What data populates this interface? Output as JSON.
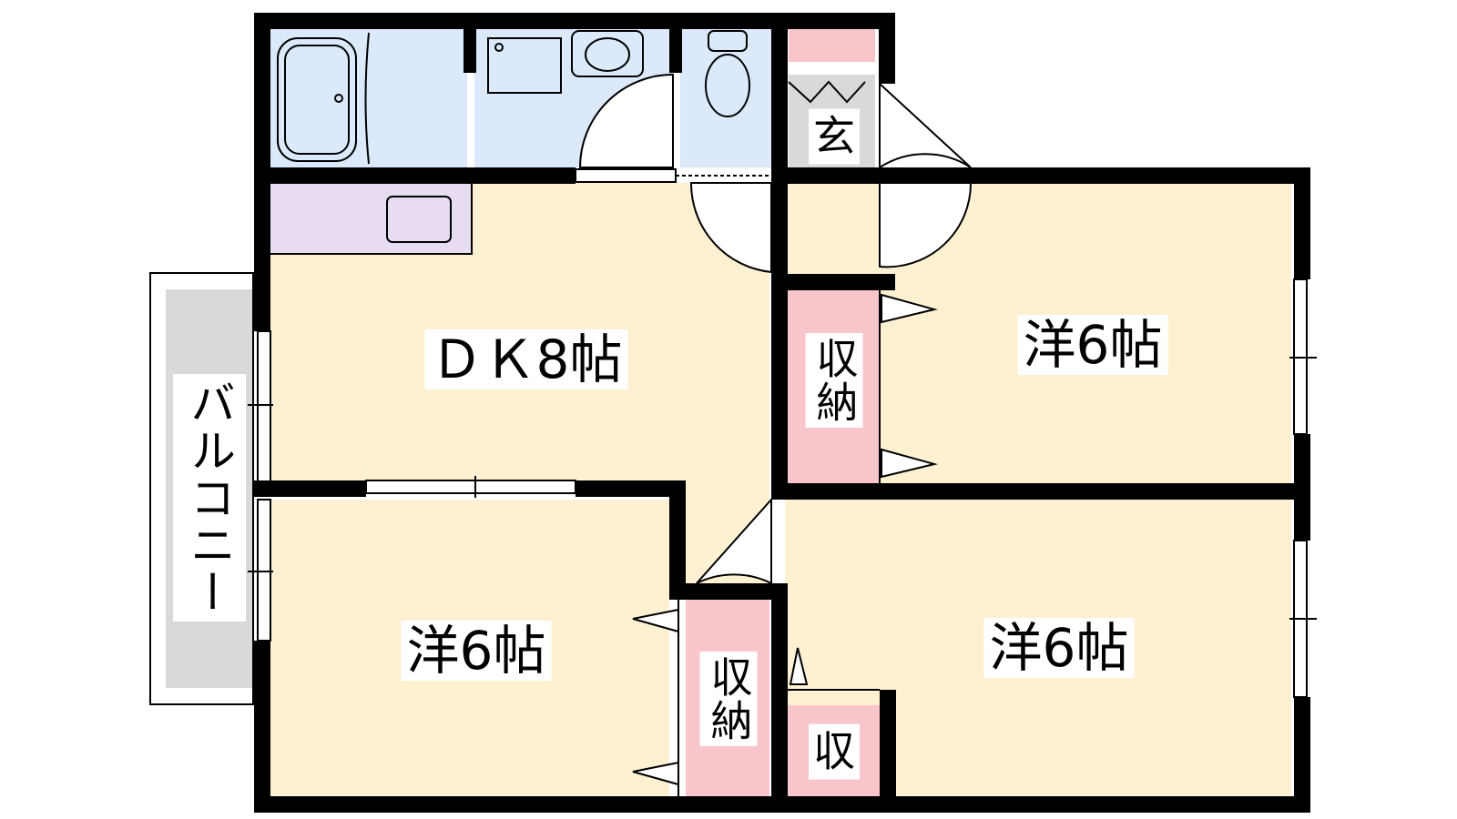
{
  "rooms": {
    "dk": "ＤＫ8帖",
    "western_1": "洋6帖",
    "western_2": "洋6帖",
    "western_3": "洋6帖",
    "storage_1": "収納",
    "storage_2": "収納",
    "storage_3": "収",
    "entrance": "玄",
    "balcony": "バルコニー"
  },
  "colors": {
    "wall": "#000000",
    "room_floor": "#fdf1d2",
    "wet_area": "#dce9fb",
    "kitchen": "#e8dcf3",
    "storage": "#f8c5cb",
    "entrance": "#d9d9d9",
    "balcony": "#d9d9d9"
  }
}
